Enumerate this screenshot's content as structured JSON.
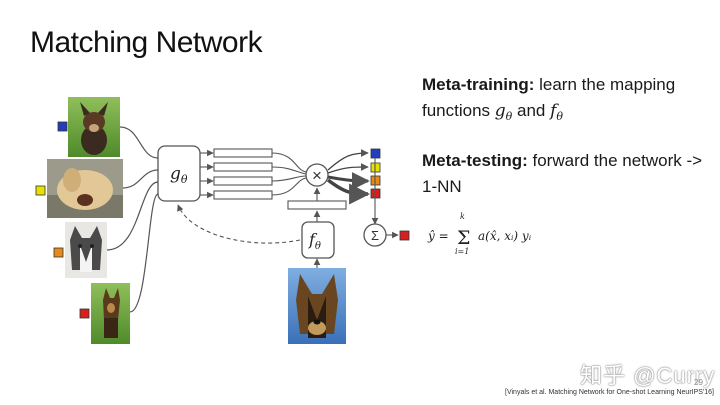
{
  "slide": {
    "title": "Matching Network",
    "meta_training_label": "Meta-training:",
    "meta_training_text": " learn the mapping functions ",
    "and_text": " and ",
    "meta_testing_label": "Meta-testing:",
    "meta_testing_text": " forward the network -> 1-NN",
    "g_symbol": "g",
    "f_symbol": "f",
    "theta": "θ",
    "formula": "ŷ = Σ a(x̂, xᵢ) yᵢ",
    "sum_upper": "k",
    "sum_lower": "i=1",
    "sum_node": "Σ",
    "times_node": "×",
    "watermark": "知乎 @Curry",
    "page_number": "29",
    "citation": "[Vinyals et al. Matching Network for One-shot Learning NeurIPS'16]"
  },
  "colors": {
    "support_labels": [
      "#1f3fbf",
      "#e8e000",
      "#e88a1a",
      "#d62020"
    ],
    "output_label": "#d62020",
    "stroke": "#555555"
  },
  "icons": [
    "dog-photo-chihuahua",
    "dog-photo-labrador",
    "dog-photo-husky",
    "dog-photo-shepherd-small",
    "dog-photo-shepherd-query"
  ]
}
